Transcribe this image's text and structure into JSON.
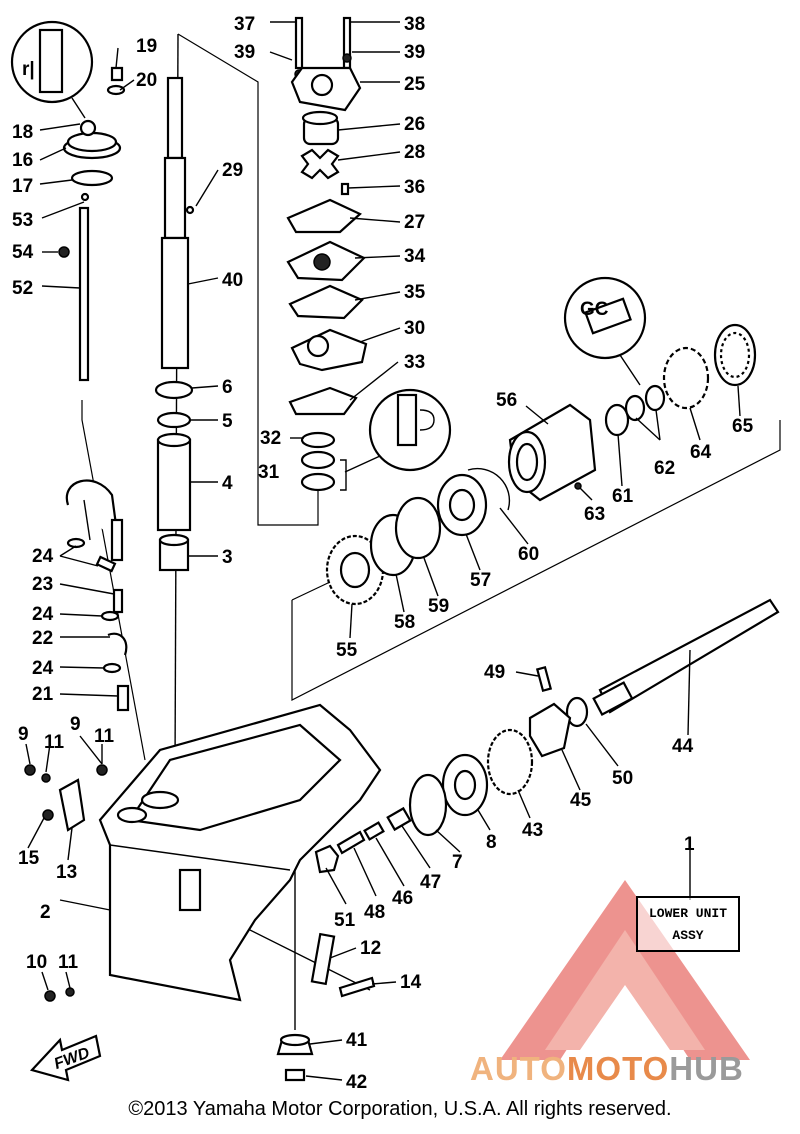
{
  "diagram": {
    "callouts": {
      "c1": "1",
      "c2": "2",
      "c3": "3",
      "c4": "4",
      "c5": "5",
      "c6": "6",
      "c7": "7",
      "c8": "8",
      "c9a": "9",
      "c9b": "9",
      "c10": "10",
      "c11a": "11",
      "c11b": "11",
      "c11c": "11",
      "c12": "12",
      "c13": "13",
      "c14": "14",
      "c15": "15",
      "c16": "16",
      "c17": "17",
      "c18": "18",
      "c19": "19",
      "c20": "20",
      "c21": "21",
      "c22": "22",
      "c23": "23",
      "c24a": "24",
      "c24b": "24",
      "c24c": "24",
      "c25": "25",
      "c26": "26",
      "c27": "27",
      "c28": "28",
      "c29": "29",
      "c30": "30",
      "c31": "31",
      "c32": "32",
      "c33": "33",
      "c34": "34",
      "c35": "35",
      "c36": "36",
      "c37": "37",
      "c38": "38",
      "c39a": "39",
      "c39b": "39",
      "c40": "40",
      "c41": "41",
      "c42": "42",
      "c43": "43",
      "c44": "44",
      "c45": "45",
      "c46": "46",
      "c47": "47",
      "c48": "48",
      "c49": "49",
      "c50": "50",
      "c51": "51",
      "c52": "52",
      "c53": "53",
      "c54": "54",
      "c55": "55",
      "c56": "56",
      "c57": "57",
      "c58": "58",
      "c59": "59",
      "c60": "60",
      "c61": "61",
      "c62": "62",
      "c63": "63",
      "c64": "64",
      "c65": "65"
    },
    "label_box": {
      "line1": "LOWER UNIT",
      "line2": "ASSY"
    },
    "fwd_marker": "FWD",
    "detail_marks": {
      "grease_a": "r|",
      "grease_b": "GC"
    }
  },
  "watermark": {
    "part1": "AUTO",
    "part2": "MOTO",
    "part3": "HUB"
  },
  "footer": {
    "copyright": "©2013 Yamaha Motor Corporation, U.S.A. All rights reserved."
  },
  "colors": {
    "watermark_red": "#e8504a",
    "watermark_orange": "#f0a060",
    "watermark_gray": "#9a9a9a"
  }
}
